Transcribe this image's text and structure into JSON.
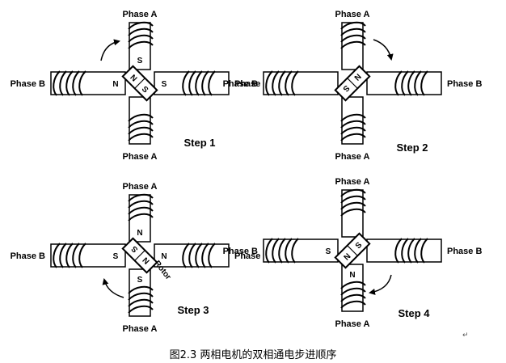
{
  "phase_a": "Phase A",
  "phase_b": "Phase B",
  "rotor": "Rotor",
  "caption": "图2.3  两相电机的双相通电步进顺序",
  "return_mark": "↵",
  "steps": [
    {
      "label": "Step 1",
      "top_pole": "S",
      "bottom_pole": "",
      "left_pole": "N",
      "right_pole": "S",
      "rotor_n": "N",
      "rotor_s": "S",
      "rotor_angle": 45,
      "show_rotor_label": false,
      "arrow": "left-to-top"
    },
    {
      "label": "Step 2",
      "top_pole": "",
      "bottom_pole": "",
      "left_pole": "",
      "right_pole": "",
      "rotor_n": "N",
      "rotor_s": "S",
      "rotor_angle": 135,
      "show_rotor_label": false,
      "arrow": "top-to-right"
    },
    {
      "label": "Step 3",
      "top_pole": "N",
      "bottom_pole": "S",
      "left_pole": "S",
      "right_pole": "N",
      "rotor_n": "N",
      "rotor_s": "S",
      "rotor_angle": 225,
      "show_rotor_label": true,
      "arrow": "bottom-to-left"
    },
    {
      "label": "Step 4",
      "top_pole": "",
      "bottom_pole": "N",
      "left_pole": "S",
      "right_pole": "",
      "rotor_n": "N",
      "rotor_s": "S",
      "rotor_angle": 315,
      "show_rotor_label": false,
      "arrow": "right-to-bottom"
    }
  ]
}
